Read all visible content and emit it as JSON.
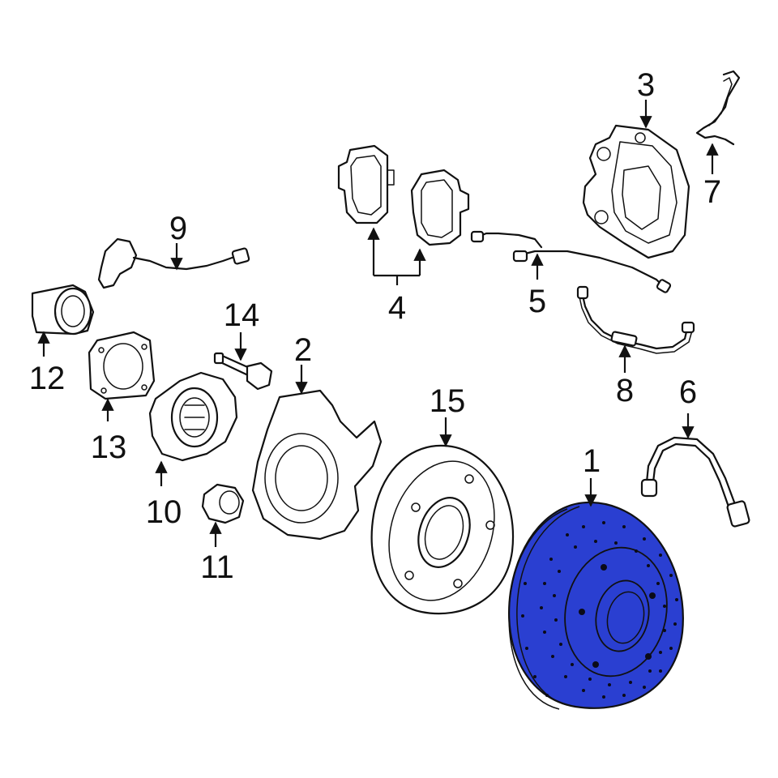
{
  "callouts": {
    "1": "1",
    "2": "2",
    "3": "3",
    "4": "4",
    "5": "5",
    "6": "6",
    "7": "7",
    "8": "8",
    "9": "9",
    "10": "10",
    "11": "11",
    "12": "12",
    "13": "13",
    "14": "14",
    "15": "15"
  },
  "highlight_color": "#2a3fd1",
  "line_color": "#111111"
}
